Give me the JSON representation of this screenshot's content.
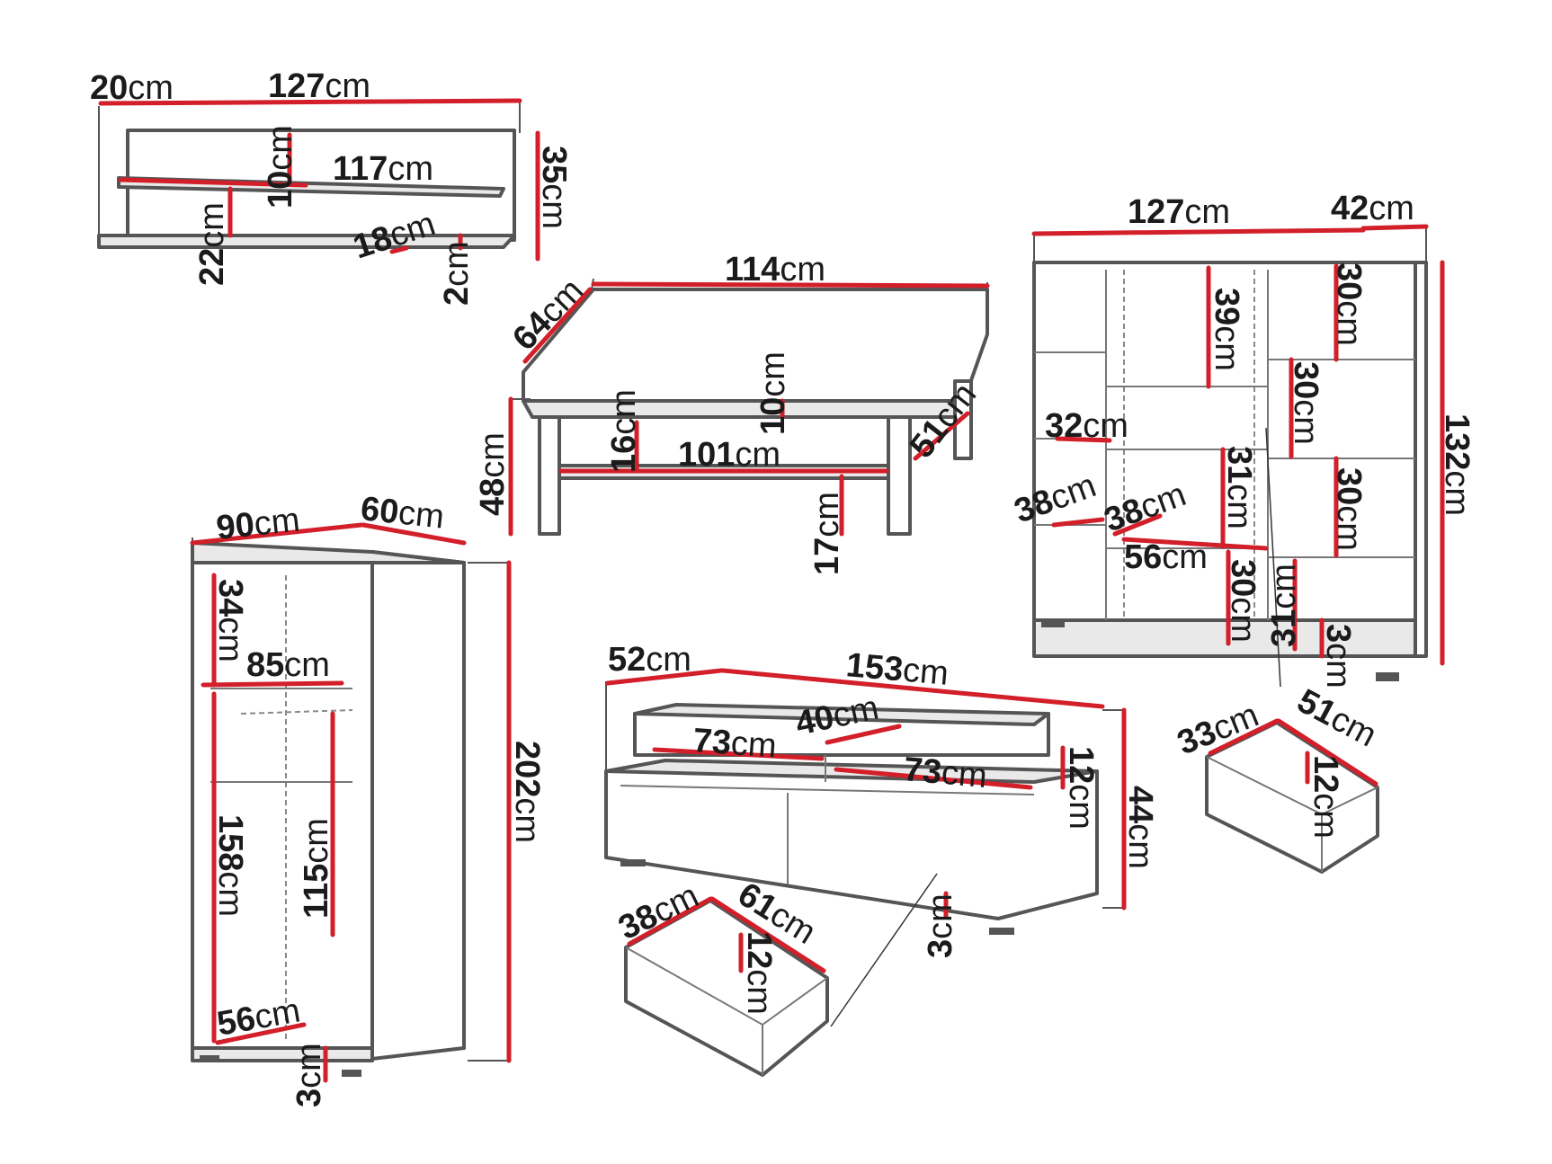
{
  "accent_color": "#d21f2a",
  "unit": "cm",
  "wall_shelf": {
    "depth": "20",
    "width": "127",
    "height": "35",
    "inner_width": "117",
    "shelf_gap": "10",
    "lower_gap": "22",
    "shelf_depth": "18",
    "board_thickness": "2"
  },
  "coffee_table": {
    "width": "114",
    "depth": "64",
    "height": "48",
    "top_thickness": "10",
    "shelf_height": "16",
    "inner_width": "101",
    "inner_depth": "51",
    "leg_height": "17"
  },
  "highboard": {
    "width": "127",
    "depth": "42",
    "height": "132",
    "top_shelf": "30",
    "glass_top": "39",
    "mid_shelf": "30",
    "side_upper": "32",
    "side_lower": "30",
    "door_h": "31",
    "left_depth": "38",
    "mid_depth": "38",
    "mid_width": "56",
    "lower_compart": "30",
    "bottom_compart": "31",
    "plinth": "3"
  },
  "highboard_drawer": {
    "width": "33",
    "depth": "51",
    "height": "12"
  },
  "wardrobe": {
    "width": "90",
    "depth": "60",
    "height": "202",
    "top_compart": "34",
    "rail_width": "85",
    "inner_height": "158",
    "rail_drop": "115",
    "inner_depth": "56",
    "plinth": "3"
  },
  "tv_unit": {
    "depth": "52",
    "width": "153",
    "height": "44",
    "top_depth": "40",
    "left_compart": "73",
    "right_compart": "73",
    "niche_height": "12",
    "plinth": "3"
  },
  "tv_drawer": {
    "width": "38",
    "depth": "61",
    "height": "12"
  }
}
